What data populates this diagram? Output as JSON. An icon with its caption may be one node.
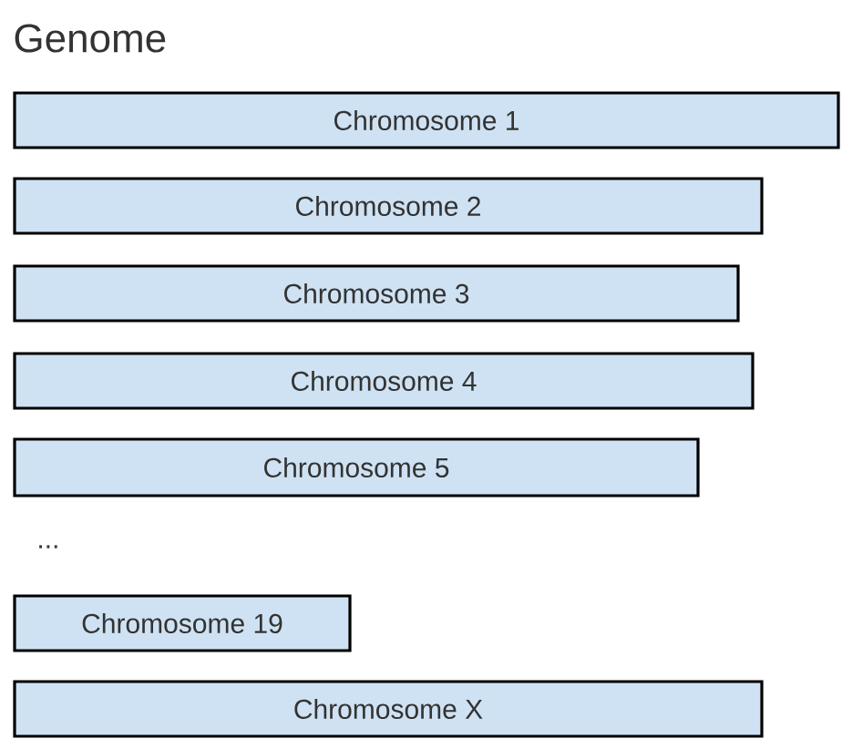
{
  "diagram": {
    "title": "Genome",
    "nodes": [
      {
        "text": [
          "Chromosome 1"
        ]
      },
      {
        "text": [
          "Chromosome 2"
        ]
      },
      {
        "text": [
          "Chromosome 3"
        ]
      },
      {
        "text": [
          "Chromosome 4"
        ]
      },
      {
        "text": [
          "Chromosome 5"
        ]
      },
      {
        "text": [
          "Chromosome 19"
        ]
      },
      {
        "text": [
          "Chromosome X"
        ]
      }
    ],
    "labels": [
      "..."
    ]
  }
}
